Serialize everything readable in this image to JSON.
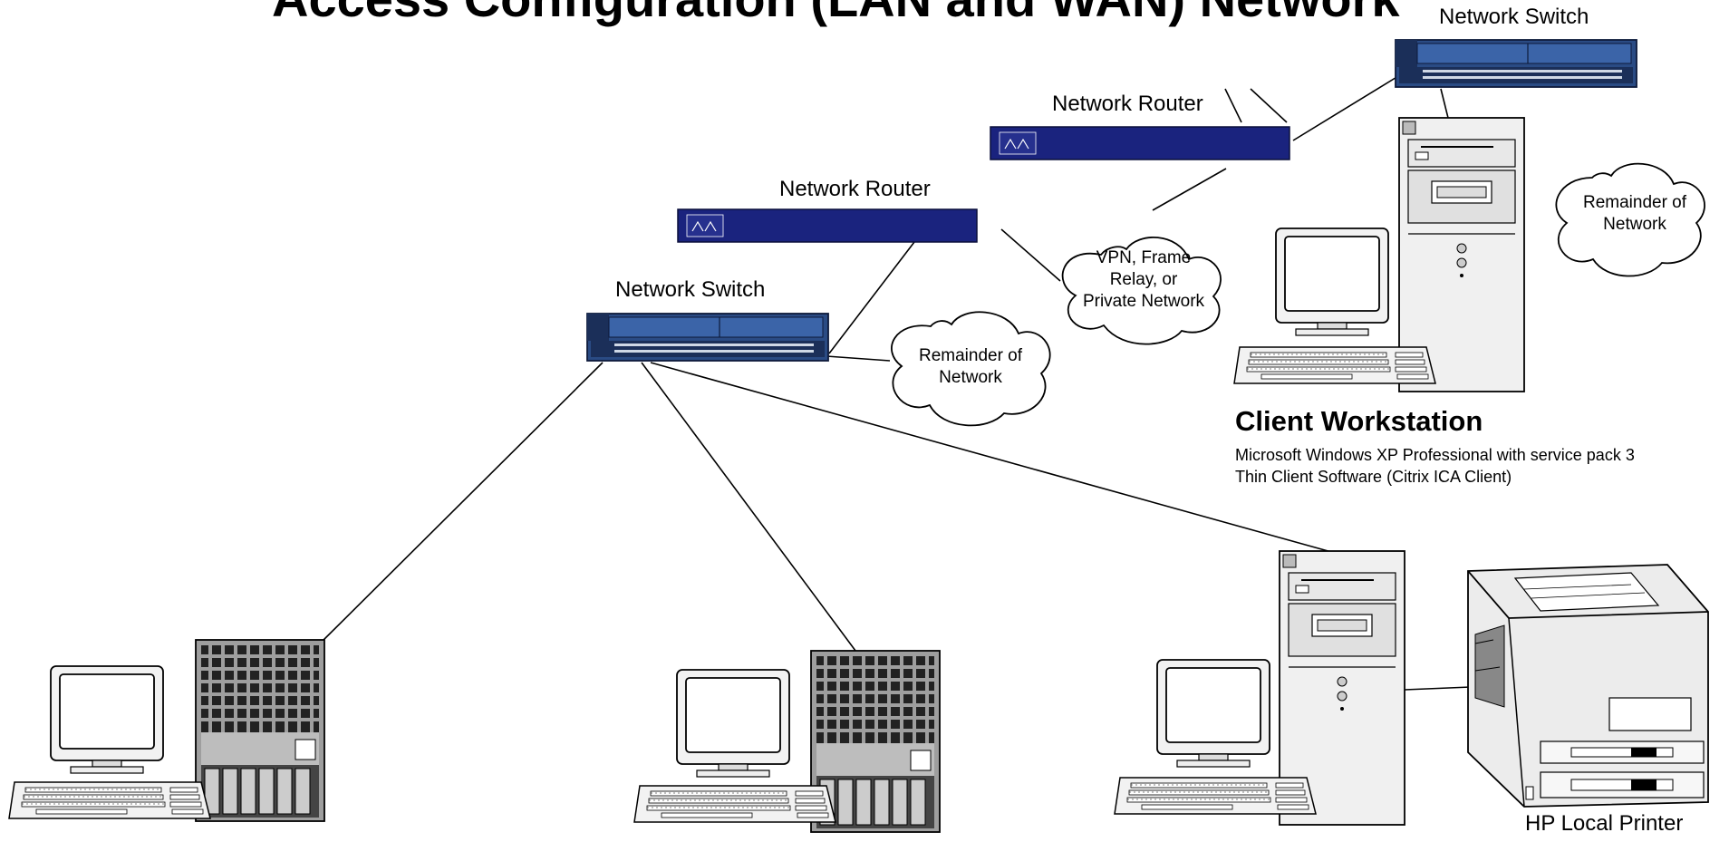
{
  "page_title": "Access Configuration (LAN and WAN) Network",
  "devices": {
    "switch_top": "Network Switch",
    "router_top": "Network Router",
    "router_left": "Network Router",
    "switch_left": "Network Switch"
  },
  "clouds": {
    "vpn_l1": "VPN, Frame",
    "vpn_l2": "Relay, or",
    "vpn_l3": "Private Network",
    "rem_left_l1": "Remainder of",
    "rem_left_l2": "Network",
    "rem_right_l1": "Remainder of",
    "rem_right_l2": "Network"
  },
  "client_workstation": {
    "title": "Client Workstation",
    "line1": "Microsoft Windows XP Professional with service pack 3",
    "line2": "Thin Client Software (Citrix ICA Client)"
  },
  "printer_label": "HP Local Printer",
  "colors": {
    "device_blue": "#1a237e",
    "switch_blue": "#1f3f7a",
    "server_gray": "#a8a8a8",
    "line": "#000000"
  }
}
